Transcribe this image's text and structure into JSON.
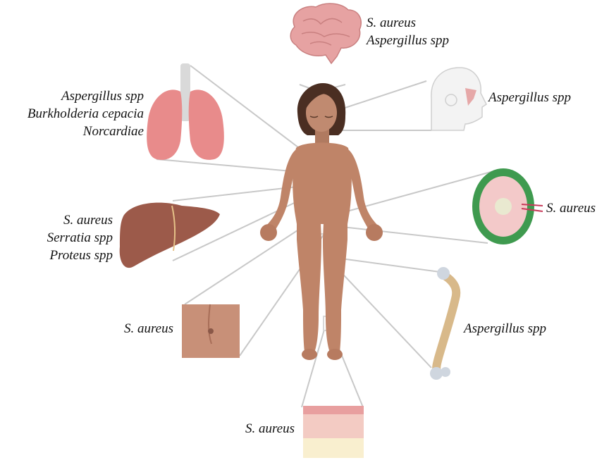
{
  "colors": {
    "connector": "#c8c8c8",
    "skin": "#bf8468",
    "skin_shadow": "#a8705a",
    "hair": "#4a2e22",
    "lung": "#e88b8b",
    "liver": "#9c5a4a",
    "brain": "#e6a2a2",
    "bone": "#d8b98a",
    "node_green": "#3f9a4f"
  },
  "labels": {
    "brain": [
      "S. aureus",
      "Aspergillus spp"
    ],
    "face": [
      "Aspergillus spp"
    ],
    "lungs": [
      "Aspergillus spp",
      "Burkholderia cepacia",
      "Norcardiae"
    ],
    "lymph_node": [
      "S. aureus"
    ],
    "liver": [
      "S. aureus",
      "Serratia spp",
      "Proteus spp"
    ],
    "perianal": [
      "S. aureus"
    ],
    "bone": [
      "Aspergillus spp"
    ],
    "skin": [
      "S. aureus"
    ]
  },
  "icons": {
    "brain": "brain-icon",
    "face": "head-profile-icon",
    "lungs": "lungs-icon",
    "lymph_node": "lymph-node-icon",
    "liver": "liver-icon",
    "perianal": "perianal-skin-icon",
    "bone": "femur-bone-icon",
    "skin": "skin-section-icon",
    "body": "child-body-icon"
  }
}
